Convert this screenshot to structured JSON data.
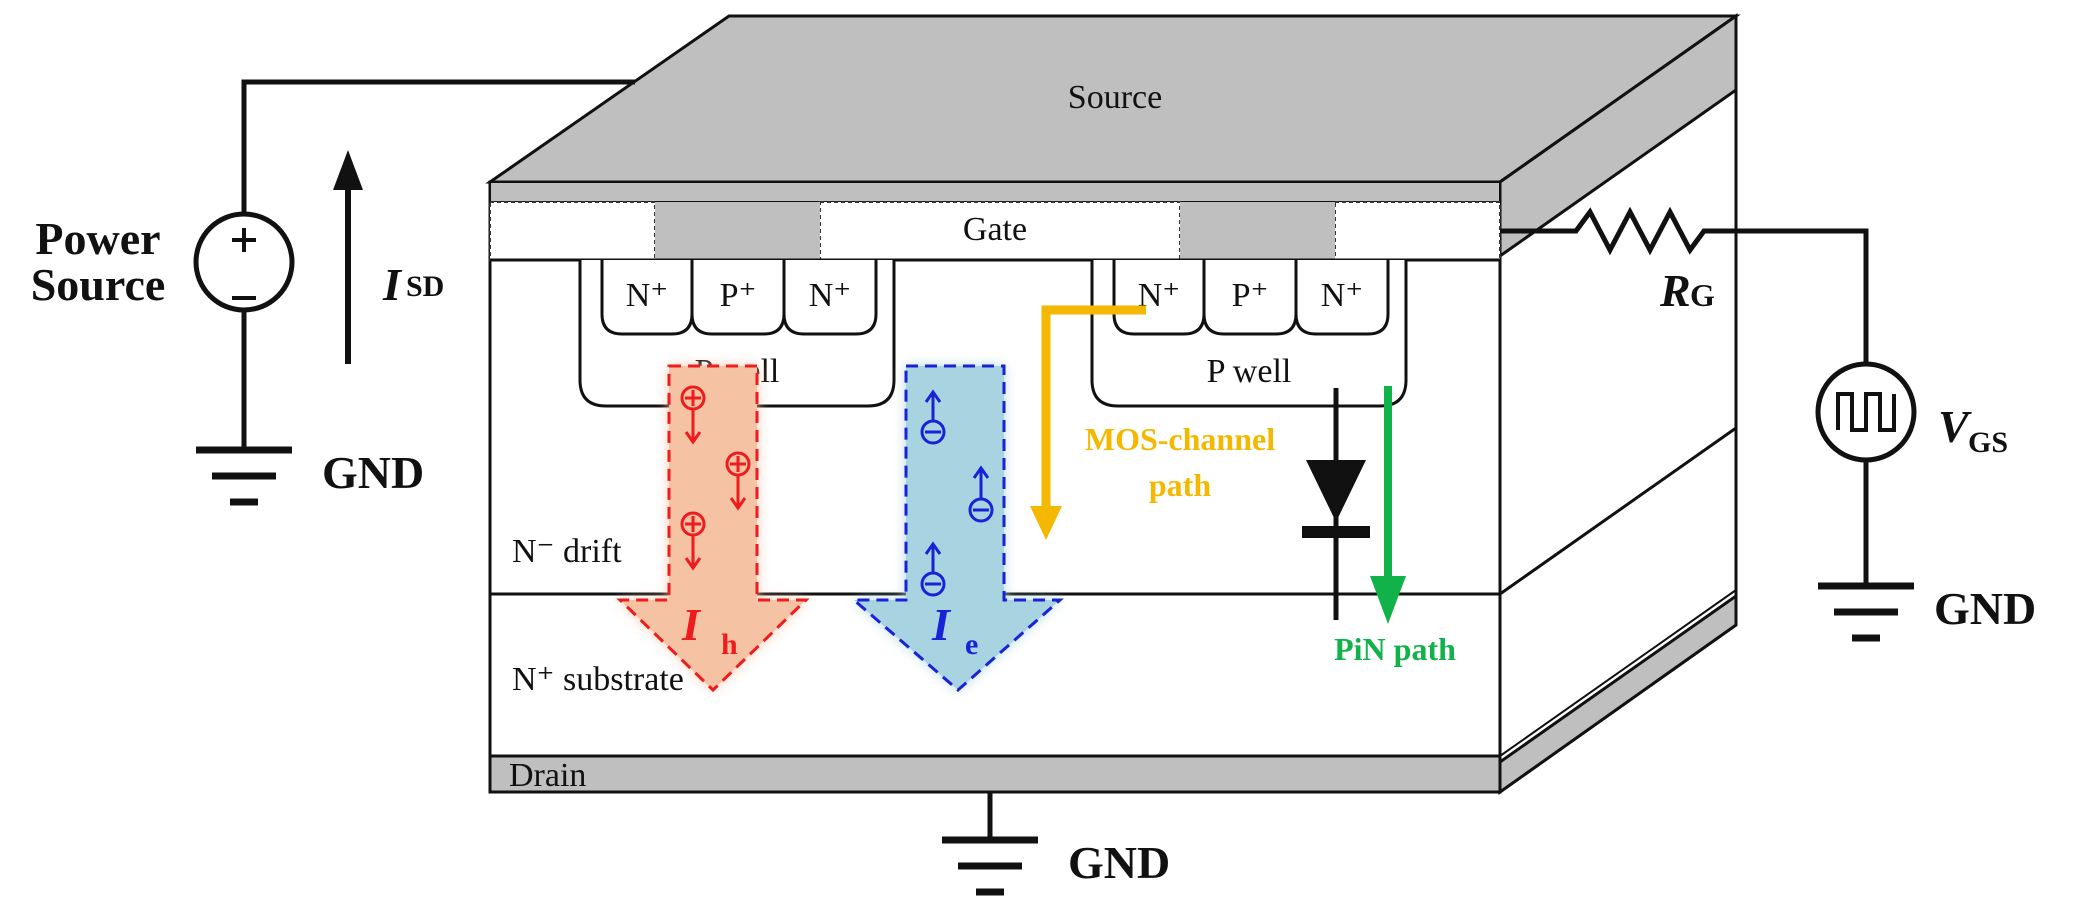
{
  "device": {
    "source": "Source",
    "gate": "Gate",
    "drain": "Drain",
    "n_drift": "N⁻ drift",
    "n_substrate": "N⁺ substrate",
    "left_cell": {
      "n1": "N⁺",
      "p": "P⁺",
      "n2": "N⁺",
      "well": "P well"
    },
    "right_cell": {
      "n1": "N⁺",
      "p": "P⁺",
      "n2": "N⁺",
      "well": "P well"
    }
  },
  "circuit": {
    "power_source": [
      "Power",
      "Source"
    ],
    "isd": {
      "main": "I",
      "sub": "SD"
    },
    "rg": {
      "main": "R",
      "sub": "G"
    },
    "vgs": {
      "main": "V",
      "sub": "GS"
    },
    "gnd": "GND"
  },
  "currents": {
    "ih": {
      "main": "I",
      "sub": "h",
      "color": "#ee1c1c",
      "fill": "#f6c2a4"
    },
    "ie": {
      "main": "I",
      "sub": "e",
      "color": "#1a22d6",
      "fill": "#a8d4e2"
    },
    "mos": {
      "lines": [
        "MOS-channel",
        "path"
      ],
      "color": "#f5b800"
    },
    "pin": {
      "label": "PiN path",
      "color": "#12b24a"
    }
  },
  "colors": {
    "metal": "#bfbfbf",
    "line": "#111111"
  }
}
